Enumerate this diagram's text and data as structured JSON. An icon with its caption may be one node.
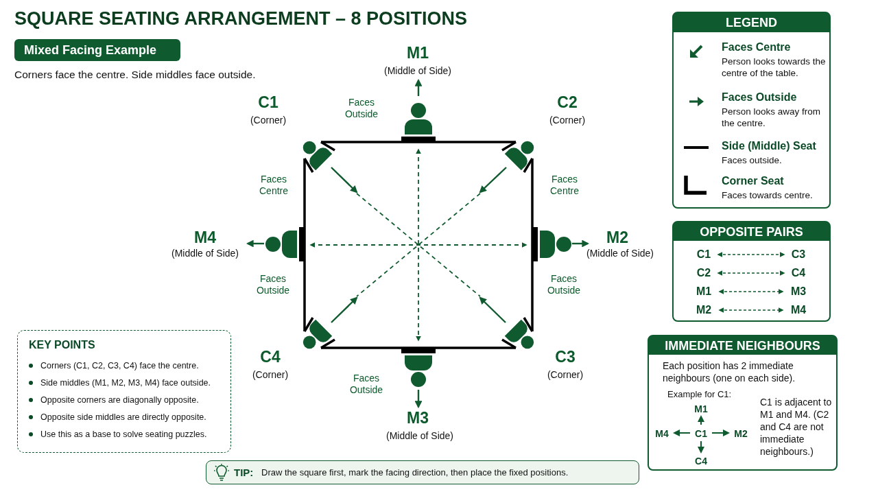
{
  "diagram": {
    "title": "SQUARE SEATING ARRANGEMENT – 8 POSITIONS",
    "nodes": [
      {
        "text": [
          "Mixed Facing Example"
        ]
      },
      {
        "text": [
          "LEGEND"
        ]
      },
      {
        "text": [
          "OPPOSITE PAIRS"
        ]
      },
      {
        "text": [
          "C1"
        ],
        "in": 2
      },
      {
        "text": [
          "C3"
        ],
        "in": 2
      },
      {
        "text": [
          "C2"
        ],
        "in": 2
      },
      {
        "text": [
          "C4"
        ],
        "in": 2
      },
      {
        "text": [
          "M1"
        ],
        "in": 2
      },
      {
        "text": [
          "M3"
        ],
        "in": 2
      },
      {
        "text": [
          "M2"
        ],
        "in": 2
      },
      {
        "text": [
          "M4"
        ],
        "in": 2
      },
      {
        "text": [
          "IMMEDIATE NEIGHBOURS",
          "Each position has 2 immediate neighbours (one on each side)."
        ]
      },
      {
        "text": [
          "M1"
        ],
        "in": 11
      },
      {
        "text": [
          "M4"
        ],
        "in": 11
      },
      {
        "text": [
          "C1"
        ],
        "in": 11
      },
      {
        "text": [
          "M2"
        ],
        "in": 11
      },
      {
        "text": [
          "C4"
        ],
        "in": 11
      },
      {
        "text": [
          "KEY POINTS",
          "Corners (C1, C2, C3, C4) face the centre.",
          "Side middles (M1, M2, M3, M4) face outside.",
          "Opposite corners are diagonally opposite.",
          "Opposite side middles are directly opposite.",
          "Use this as a base to solve seating puzzles."
        ]
      },
      {
        "text": [
          "TIP:",
          "Draw the square first, mark the facing direction, then place the fixed positions."
        ]
      }
    ],
    "edges": [
      {
        "from": 3,
        "to": 4,
        "arrow": "both",
        "style": "dashed"
      },
      {
        "from": 5,
        "to": 6,
        "arrow": "both",
        "style": "dashed"
      },
      {
        "from": 7,
        "to": 8,
        "arrow": "both",
        "style": "dashed"
      },
      {
        "from": 9,
        "to": 10,
        "arrow": "both",
        "style": "dashed"
      },
      {
        "from": 14,
        "to": 12,
        "arrow": "to"
      },
      {
        "from": 14,
        "to": 13,
        "arrow": "to"
      },
      {
        "from": 14,
        "to": 15,
        "arrow": "to"
      },
      {
        "from": 14,
        "to": 16,
        "arrow": "to"
      }
    ],
    "labels": [
      "Corners face the centre. Side middles face outside.",
      "M1",
      "(Middle of Side)",
      "C1",
      "(Corner)",
      "Faces Outside",
      "C2",
      "(Corner)",
      "Faces Centre",
      "Faces Centre",
      "M4",
      "(Middle of Side)",
      "M2",
      "(Middle of Side)",
      "Faces Outside",
      "Faces Outside",
      "C4",
      "(Corner)",
      "C3",
      "(Corner)",
      "Faces Outside",
      "M3",
      "(Middle of Side)",
      "Person looks towards the centre of the table.",
      "Person looks away from the centre.",
      "Faces outside.",
      "Faces towards centre.",
      "Example for C1:",
      "C1 is adjacent to M1 and M4. (C2 and C4 are not immediate neighbours.)"
    ],
    "legend": [
      {
        "text": "Faces Centre"
      },
      {
        "text": "Faces Outside"
      },
      {
        "text": "Side (Middle) Seat"
      },
      {
        "text": "Corner Seat"
      }
    ]
  }
}
